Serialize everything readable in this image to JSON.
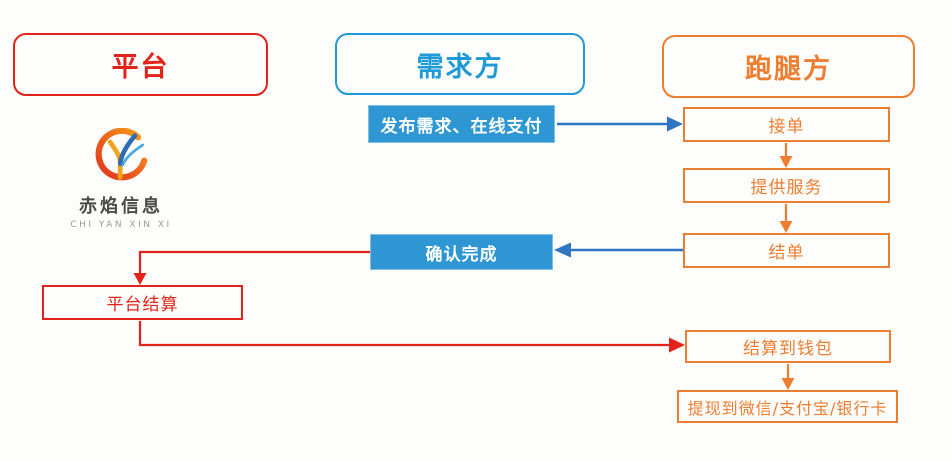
{
  "palette": {
    "red": "#e3231b",
    "blue_border": "#1e9ad6",
    "blue_fill": "#2d96d3",
    "blue_arrow": "#2e75c3",
    "orange": "#ed7d31"
  },
  "logo": {
    "name": "赤焰信息",
    "subtitle": "CHI YAN XIN XI"
  },
  "lanes": {
    "platform": "平台",
    "demand": "需求方",
    "runner": "跑腿方"
  },
  "nodes": {
    "publish": "发布需求、在线支付",
    "accept": "接单",
    "serve": "提供服务",
    "finish": "结单",
    "confirm": "确认完成",
    "settle": "平台结算",
    "wallet": "结算到钱包",
    "withdraw": "提现到微信/支付宝/银行卡"
  },
  "flow_edges": [
    {
      "from": "publish",
      "to": "accept",
      "color": "blue"
    },
    {
      "from": "accept",
      "to": "serve",
      "color": "orange"
    },
    {
      "from": "serve",
      "to": "finish",
      "color": "orange"
    },
    {
      "from": "finish",
      "to": "confirm",
      "color": "blue"
    },
    {
      "from": "confirm",
      "to": "settle",
      "color": "red"
    },
    {
      "from": "settle",
      "to": "wallet",
      "color": "red"
    },
    {
      "from": "wallet",
      "to": "withdraw",
      "color": "orange"
    }
  ]
}
